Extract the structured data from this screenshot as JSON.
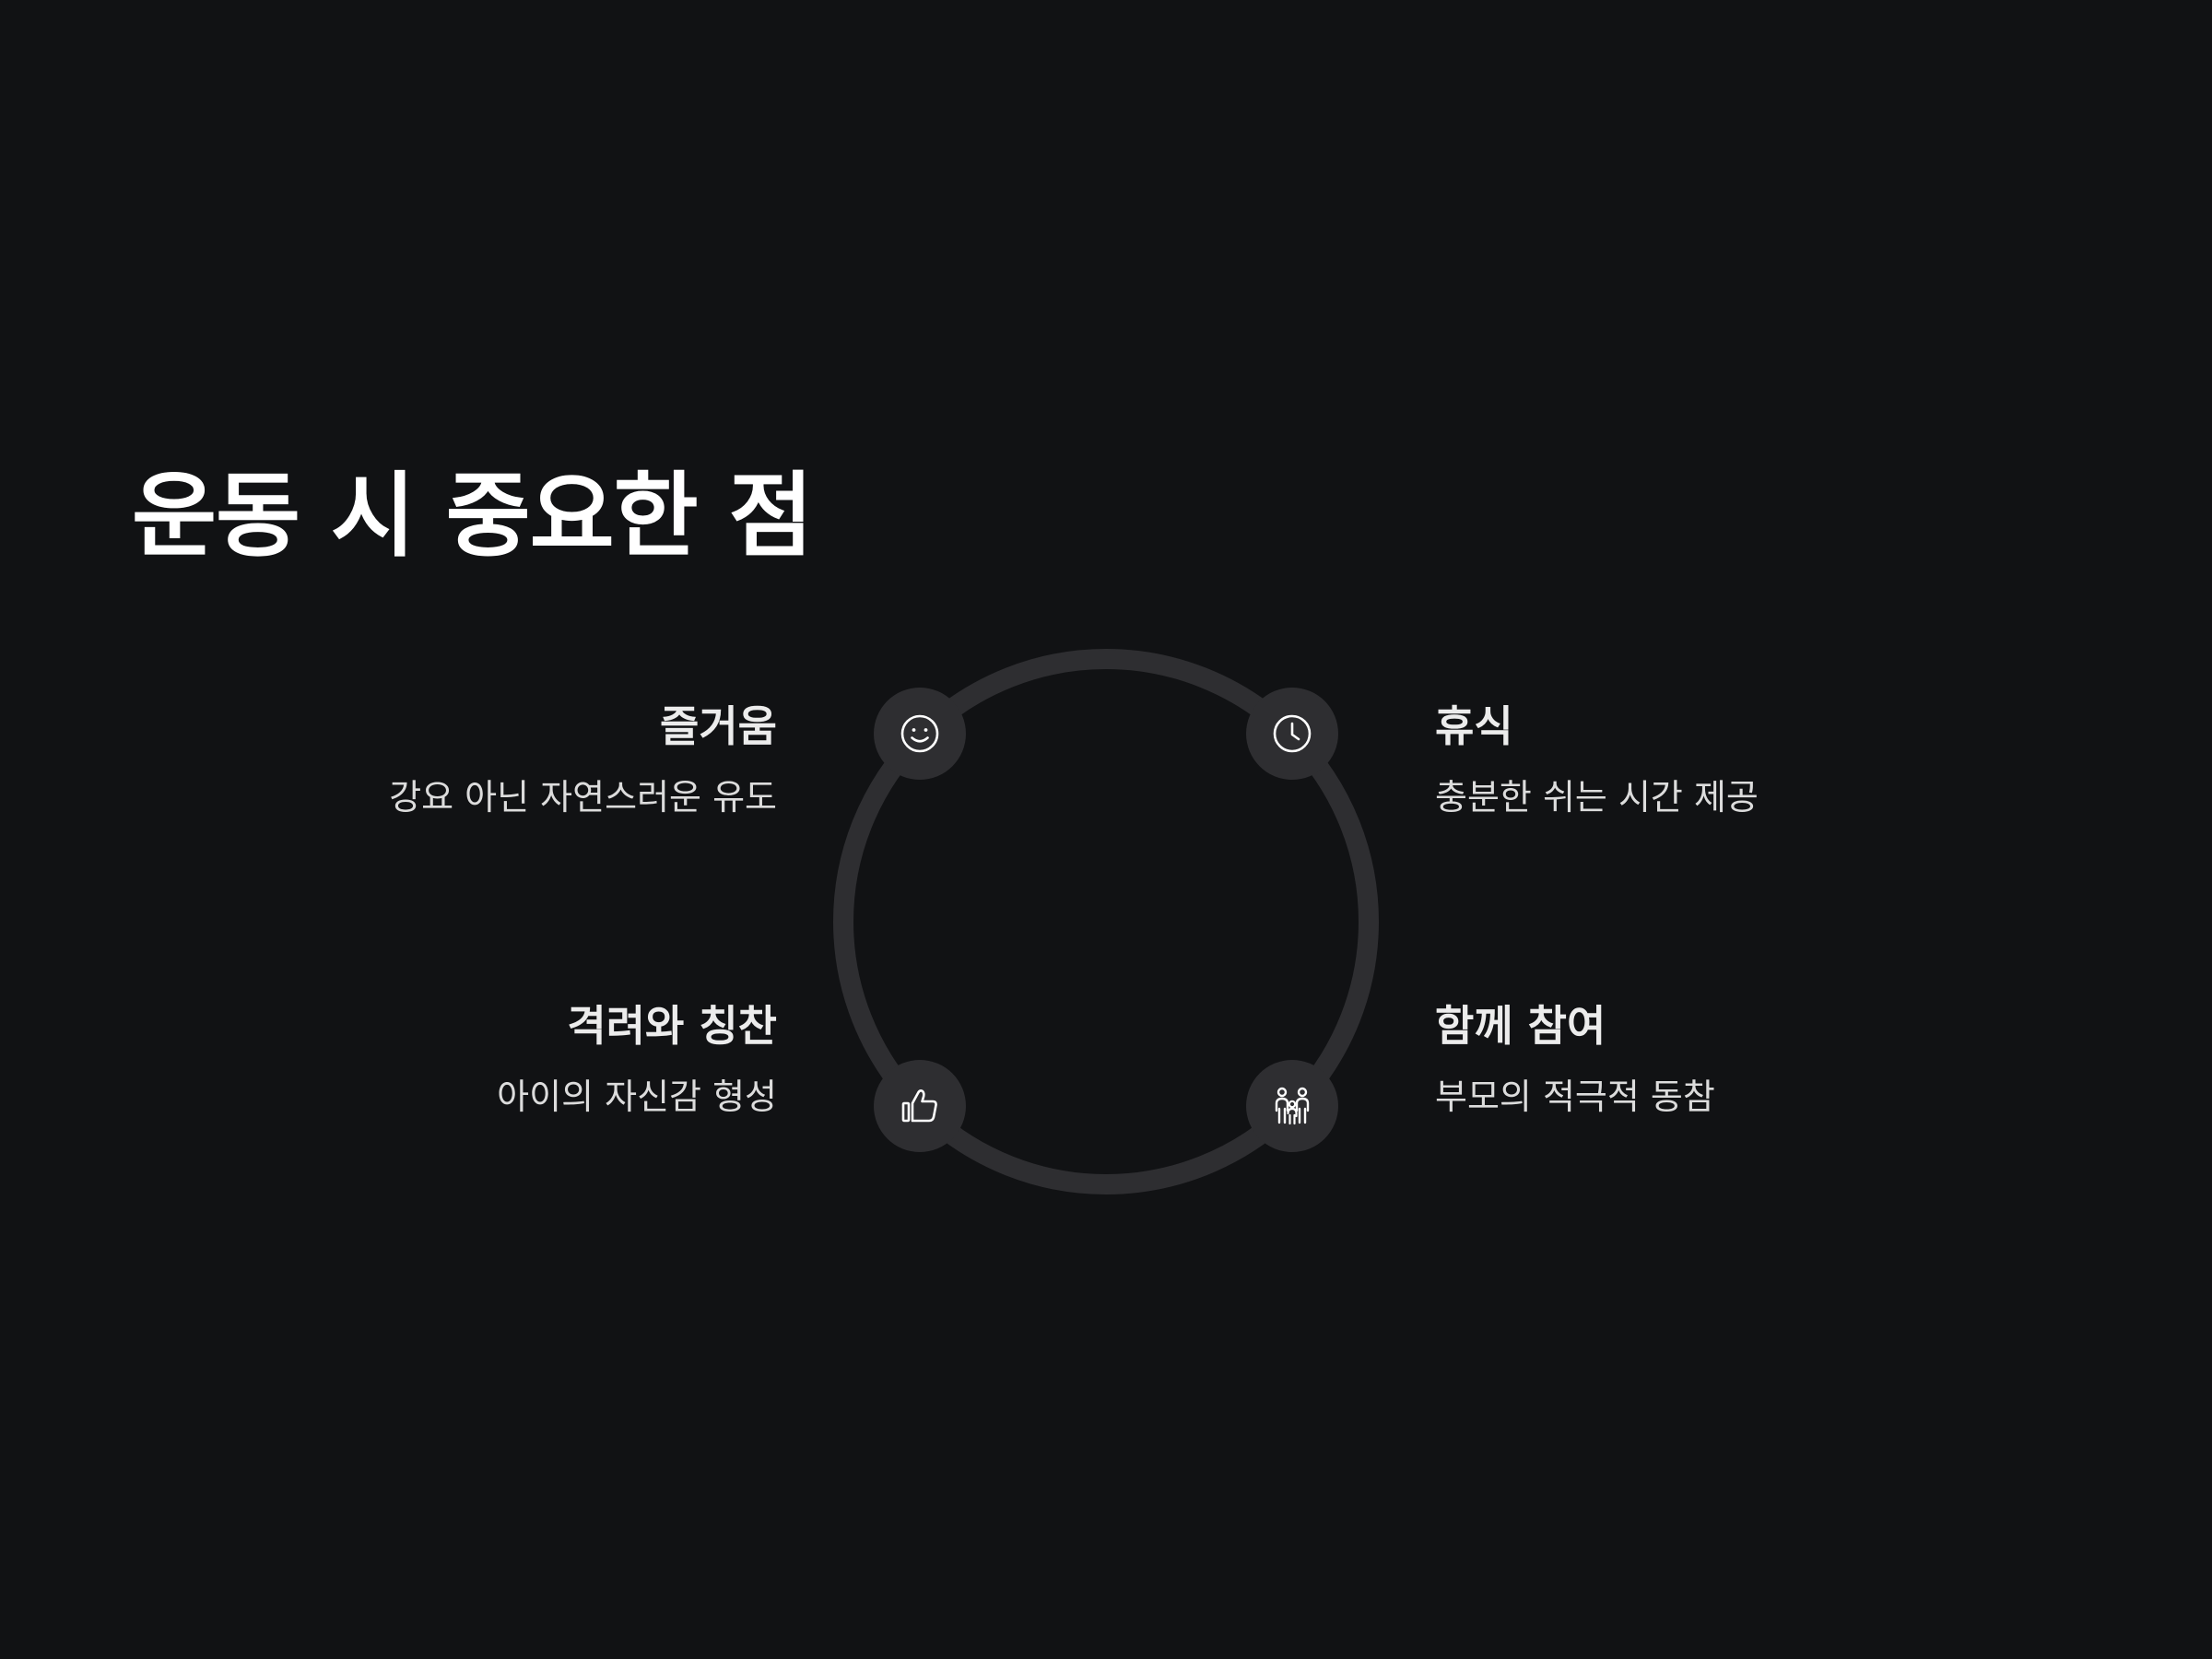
{
  "title": "운동 시 중요한 점",
  "items": [
    {
      "key": "enjoyment",
      "icon": "smile-icon",
      "title": "즐거움",
      "description": "강요 아닌 자연스러운 유도"
    },
    {
      "key": "rest",
      "icon": "clock-icon",
      "title": "휴식",
      "description": "충분한 쉬는 시간 제공"
    },
    {
      "key": "encouragement",
      "icon": "thumbs-up-icon",
      "title": "격려와 칭찬",
      "description": "아이의 자신감 형성"
    },
    {
      "key": "together",
      "icon": "family-icon",
      "title": "함께 참여",
      "description": "부모의 적극적 동참"
    }
  ],
  "colors": {
    "background": "#111214",
    "ring": "#2e2e31",
    "node": "#2e2e31",
    "icon": "#ffffff",
    "title": "#ffffff",
    "item_title": "#ececec",
    "item_desc": "#dcdcdc"
  }
}
